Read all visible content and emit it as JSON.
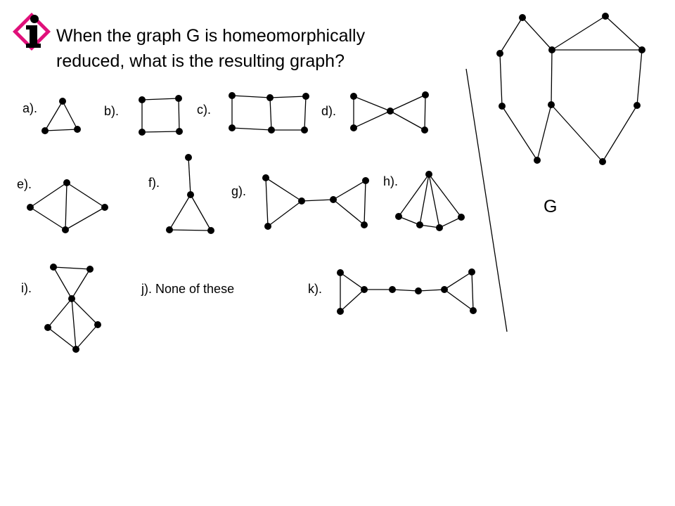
{
  "question": {
    "line1": "When the graph G is homeomorphically",
    "line2": "reduced, what is the resulting graph?"
  },
  "options": {
    "a": "a).",
    "b": "b).",
    "c": "c).",
    "d": "d).",
    "e": "e).",
    "f": "f).",
    "g": "g).",
    "h": "h).",
    "i": "i).",
    "j": "j). None of these",
    "k": "k)."
  },
  "graph_label": "G",
  "logo": {
    "icon": "info-icon",
    "colors": [
      "#e0107a",
      "#000000"
    ]
  }
}
